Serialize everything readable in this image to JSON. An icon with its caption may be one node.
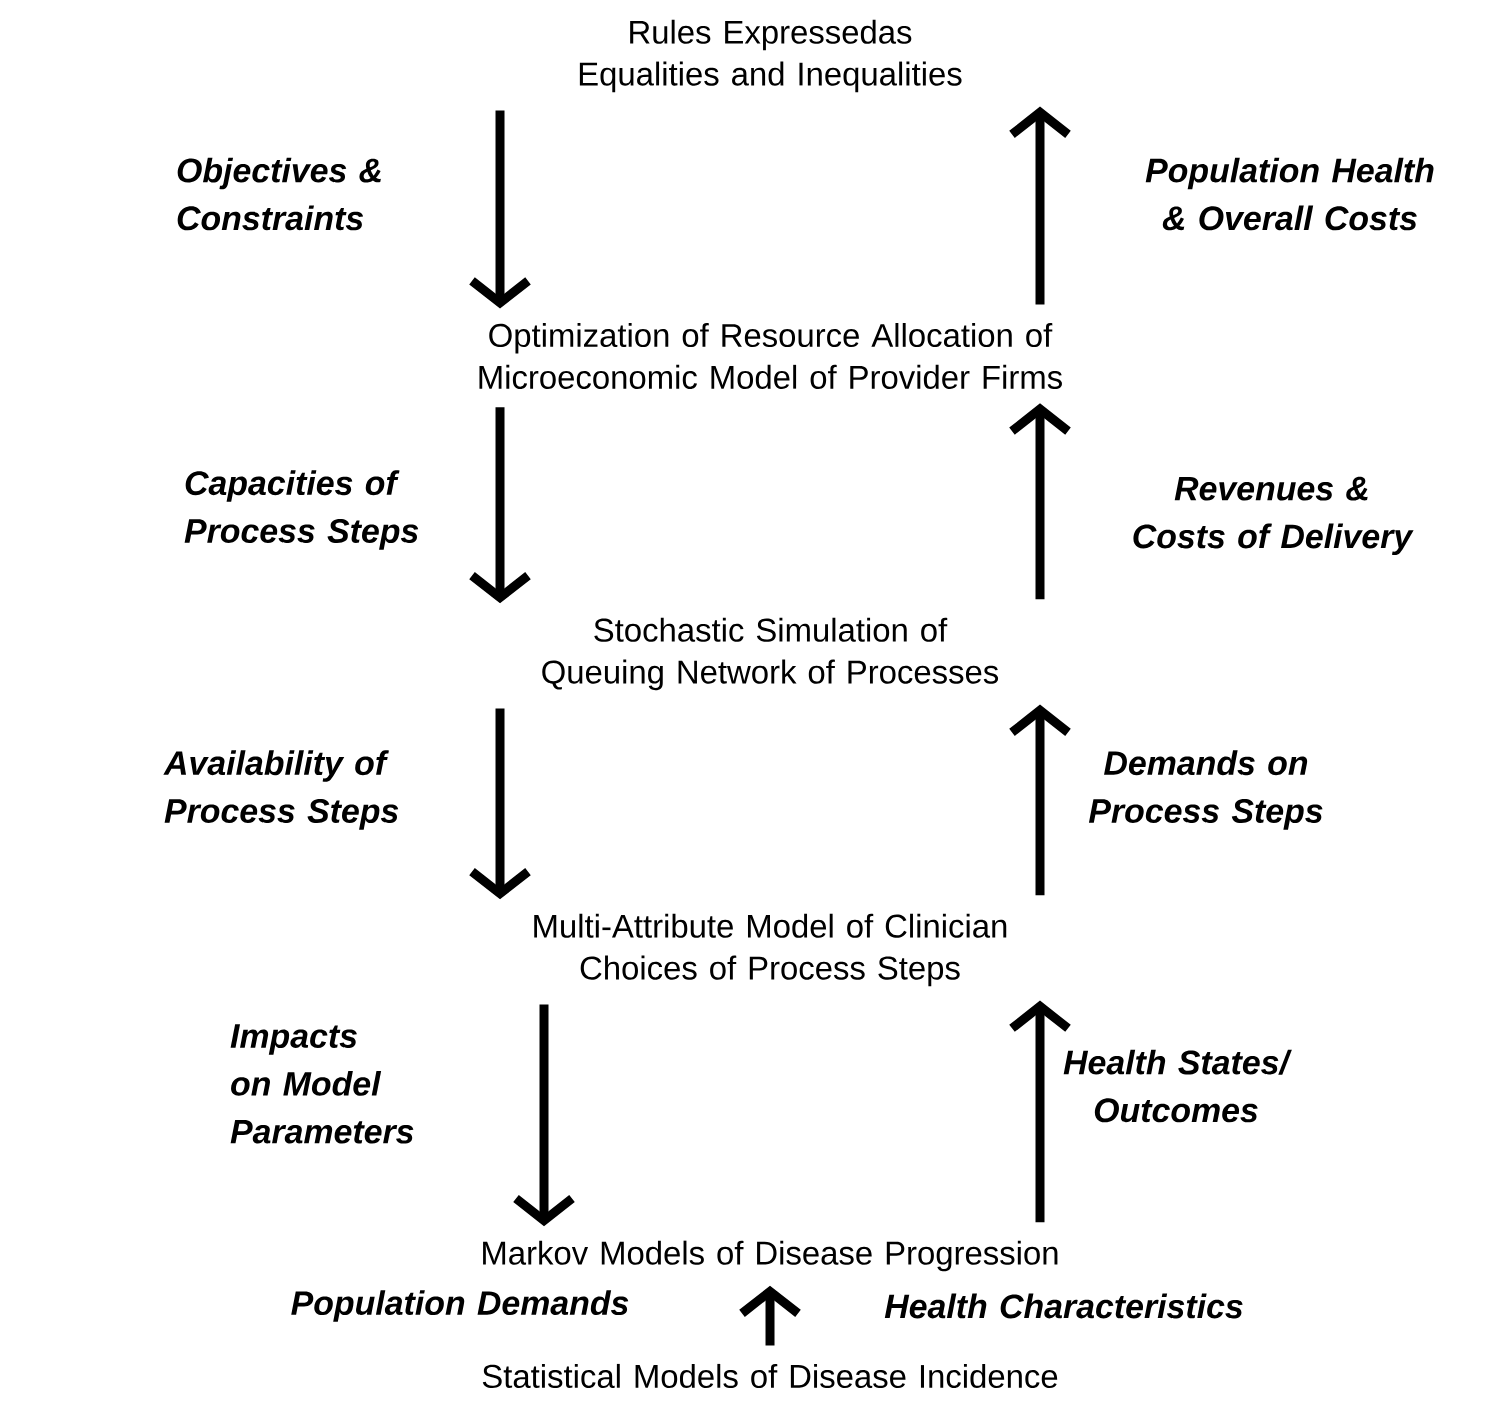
{
  "diagram": {
    "nodes": [
      {
        "text": [
          "Rules Expressedas Equalities and Inequalities"
        ]
      },
      {
        "text": [
          "Optimization of Resource Allocation of Microeconomic Model of Provider Firms"
        ]
      },
      {
        "text": [
          "Stochastic Simulation of Queuing Network of Processes"
        ]
      },
      {
        "text": [
          "Multi-Attribute Model of Clinician Choices of Process Steps"
        ]
      },
      {
        "text": [
          "Markov Models of Disease Progression"
        ]
      },
      {
        "text": [
          "Statistical Models of Disease Incidence"
        ]
      }
    ],
    "edges": [
      {
        "from": 0,
        "to": 1,
        "arrow": "to",
        "label": "Objectives & Constraints"
      },
      {
        "from": 1,
        "to": 0,
        "arrow": "to",
        "label": "Population Health & Overall Costs"
      },
      {
        "from": 1,
        "to": 2,
        "arrow": "to",
        "label": "Capacities of Process Steps"
      },
      {
        "from": 2,
        "to": 1,
        "arrow": "to",
        "label": "Revenues & Costs of Delivery"
      },
      {
        "from": 2,
        "to": 3,
        "arrow": "to",
        "label": "Availability of Process Steps"
      },
      {
        "from": 3,
        "to": 2,
        "arrow": "to",
        "label": "Demands on Process Steps"
      },
      {
        "from": 3,
        "to": 4,
        "arrow": "to",
        "label": "Impacts on Model Parameters"
      },
      {
        "from": 4,
        "to": 3,
        "arrow": "to",
        "label": "Health States/ Outcomes"
      },
      {
        "from": 5,
        "to": 4,
        "arrow": "to",
        "label": "Population Demands"
      }
    ],
    "labels": [
      "Health Characteristics"
    ]
  }
}
